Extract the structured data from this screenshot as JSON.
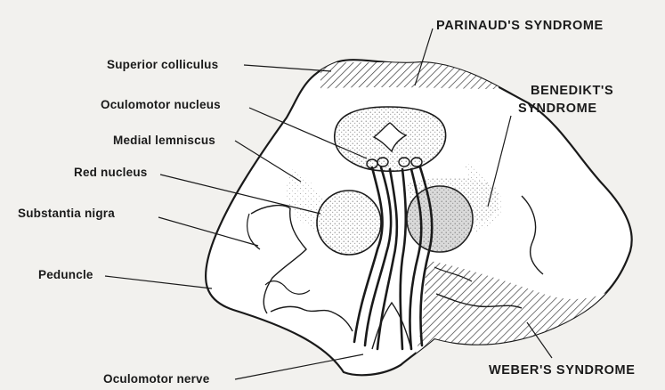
{
  "labels": {
    "superior_colliculus": "Superior colliculus",
    "oculomotor_nucleus": "Oculomotor nucleus",
    "medial_lemniscus": "Medial lemniscus",
    "red_nucleus": "Red nucleus",
    "substantia_nigra": "Substantia nigra",
    "peduncle": "Peduncle",
    "oculomotor_nerve": "Oculomotor nerve"
  },
  "syndromes": {
    "parinaud": "PARINAUD'S SYNDROME",
    "benedikt_line1": "BENEDIKT'S",
    "benedikt_line2": "SYNDROME",
    "weber": "WEBER'S SYNDROME"
  },
  "colors": {
    "ink": "#1a1a1a",
    "background": "#f2f1ee",
    "stipple": "#9a9a9a"
  }
}
